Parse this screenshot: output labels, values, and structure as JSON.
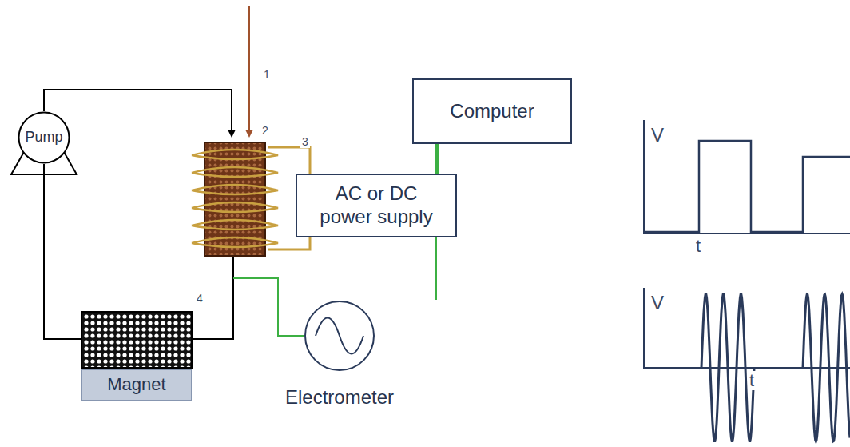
{
  "diagram": {
    "nodes": [
      {
        "text": [
          "Pump"
        ]
      },
      {
        "text": [
          "AC or DC power supply"
        ]
      },
      {
        "text": [
          "Computer"
        ]
      },
      {
        "text": [
          "Electrometer"
        ]
      },
      {
        "text": [
          "Magnet"
        ]
      }
    ],
    "edges": [
      {
        "from": 2,
        "to": 1,
        "arrow": "none"
      },
      {
        "from": 2,
        "to": 3,
        "arrow": "none"
      }
    ],
    "labels": [
      "1",
      "2",
      "3",
      "4",
      "V",
      "t",
      "V",
      "t"
    ]
  }
}
